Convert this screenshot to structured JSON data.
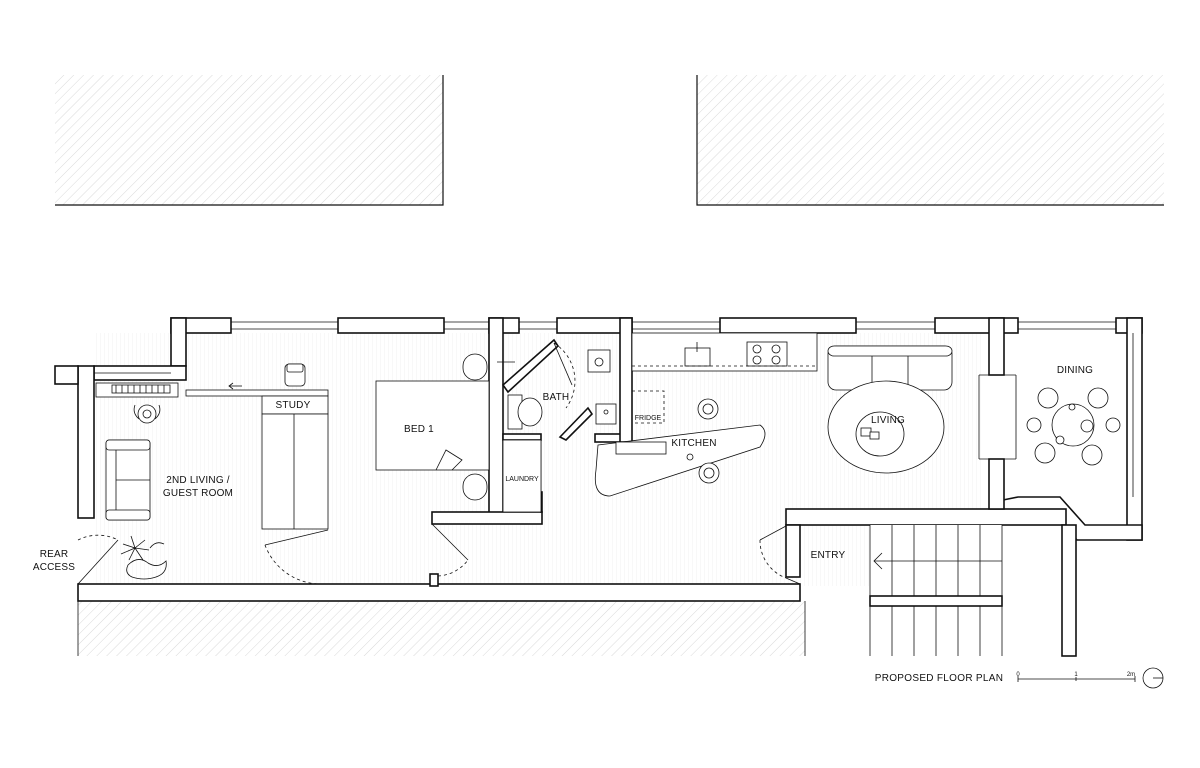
{
  "rooms": {
    "second_living_line1": "2ND LIVING /",
    "second_living_line2": "GUEST ROOM",
    "study": "STUDY",
    "bed1": "BED 1",
    "bath": "BATH",
    "laundry": "LAUNDRY",
    "fridge": "FRIDGE",
    "kitchen": "KITCHEN",
    "living": "LIVING",
    "dining": "DINING",
    "entry": "ENTRY",
    "rear_access_line1": "REAR",
    "rear_access_line2": "ACCESS"
  },
  "title": "PROPOSED FLOOR PLAN",
  "scale_bar": {
    "ticks": [
      "0",
      "1",
      "2m"
    ]
  },
  "icons": {
    "north": "north-arrow-icon",
    "stair_arrow": "arrow-left-icon"
  }
}
